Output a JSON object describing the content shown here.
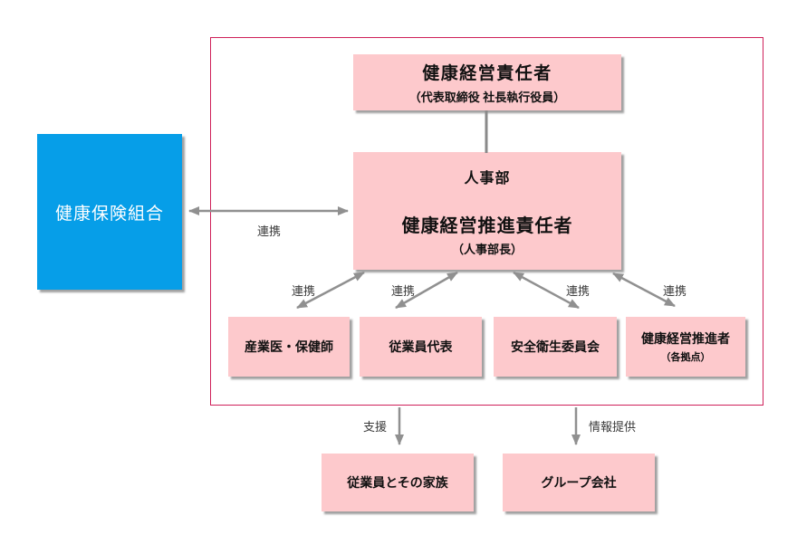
{
  "executive_box": {
    "title": "健康経営責任者",
    "subtitle": "（代表取締役 社長執行役員）"
  },
  "hr_box": {
    "department": "人事部",
    "role": "健康経営推進責任者",
    "note": "（人事部長）"
  },
  "insurance_box": {
    "label": "健康保険組合"
  },
  "committees": [
    {
      "label": "産業医・保健師"
    },
    {
      "label": "従業員代表"
    },
    {
      "label": "安全衛生委員会"
    },
    {
      "label": "健康経営推進者",
      "note": "（各拠点）"
    }
  ],
  "externals": [
    {
      "label": "従業員とその家族"
    },
    {
      "label": "グループ会社"
    }
  ],
  "arrow_labels": {
    "insurance": "連携",
    "committee1": "連携",
    "committee2": "連携",
    "committee3": "連携",
    "committee4": "連携",
    "support": "支援",
    "info_provision": "情報提供"
  },
  "colors": {
    "pink_box": "#fdc9cc",
    "blue_box": "#069ee8",
    "frame_border": "#cf2059",
    "arrow_gray": "#909090"
  }
}
